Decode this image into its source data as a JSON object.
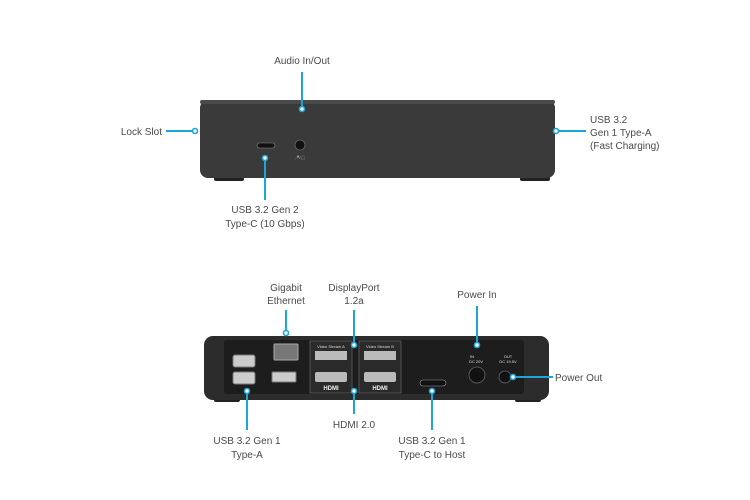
{
  "accent_color": "#1ba6d6",
  "front_view": {
    "labels": {
      "audio": "Audio In/Out",
      "lock_slot": "Lock Slot",
      "usb_a_fast": [
        "USB 3.2",
        "Gen 1 Type-A",
        "(Fast Charging)"
      ],
      "usb_c": [
        "USB 3.2 Gen 2",
        "Type-C (10 Gbps)"
      ]
    }
  },
  "rear_view": {
    "labels": {
      "ethernet": [
        "Gigabit",
        "Ethernet"
      ],
      "displayport": [
        "DisplayPort",
        "1.2a"
      ],
      "power_in": "Power In",
      "power_out": "Power Out",
      "usb_a": [
        "USB 3.2 Gen 1",
        "Type-A"
      ],
      "hdmi": "HDMI 2.0",
      "usb_c_host": [
        "USB 3.2 Gen 1",
        "Type-C to Host"
      ]
    },
    "port_markings": {
      "stream_a": "Video Stream A",
      "stream_b": "Video Stream B",
      "hdmi_logo": "HDMI",
      "in": "IN",
      "in_rating": "DC 20V",
      "out": "OUT",
      "out_rating": "DC 19.5V"
    }
  }
}
